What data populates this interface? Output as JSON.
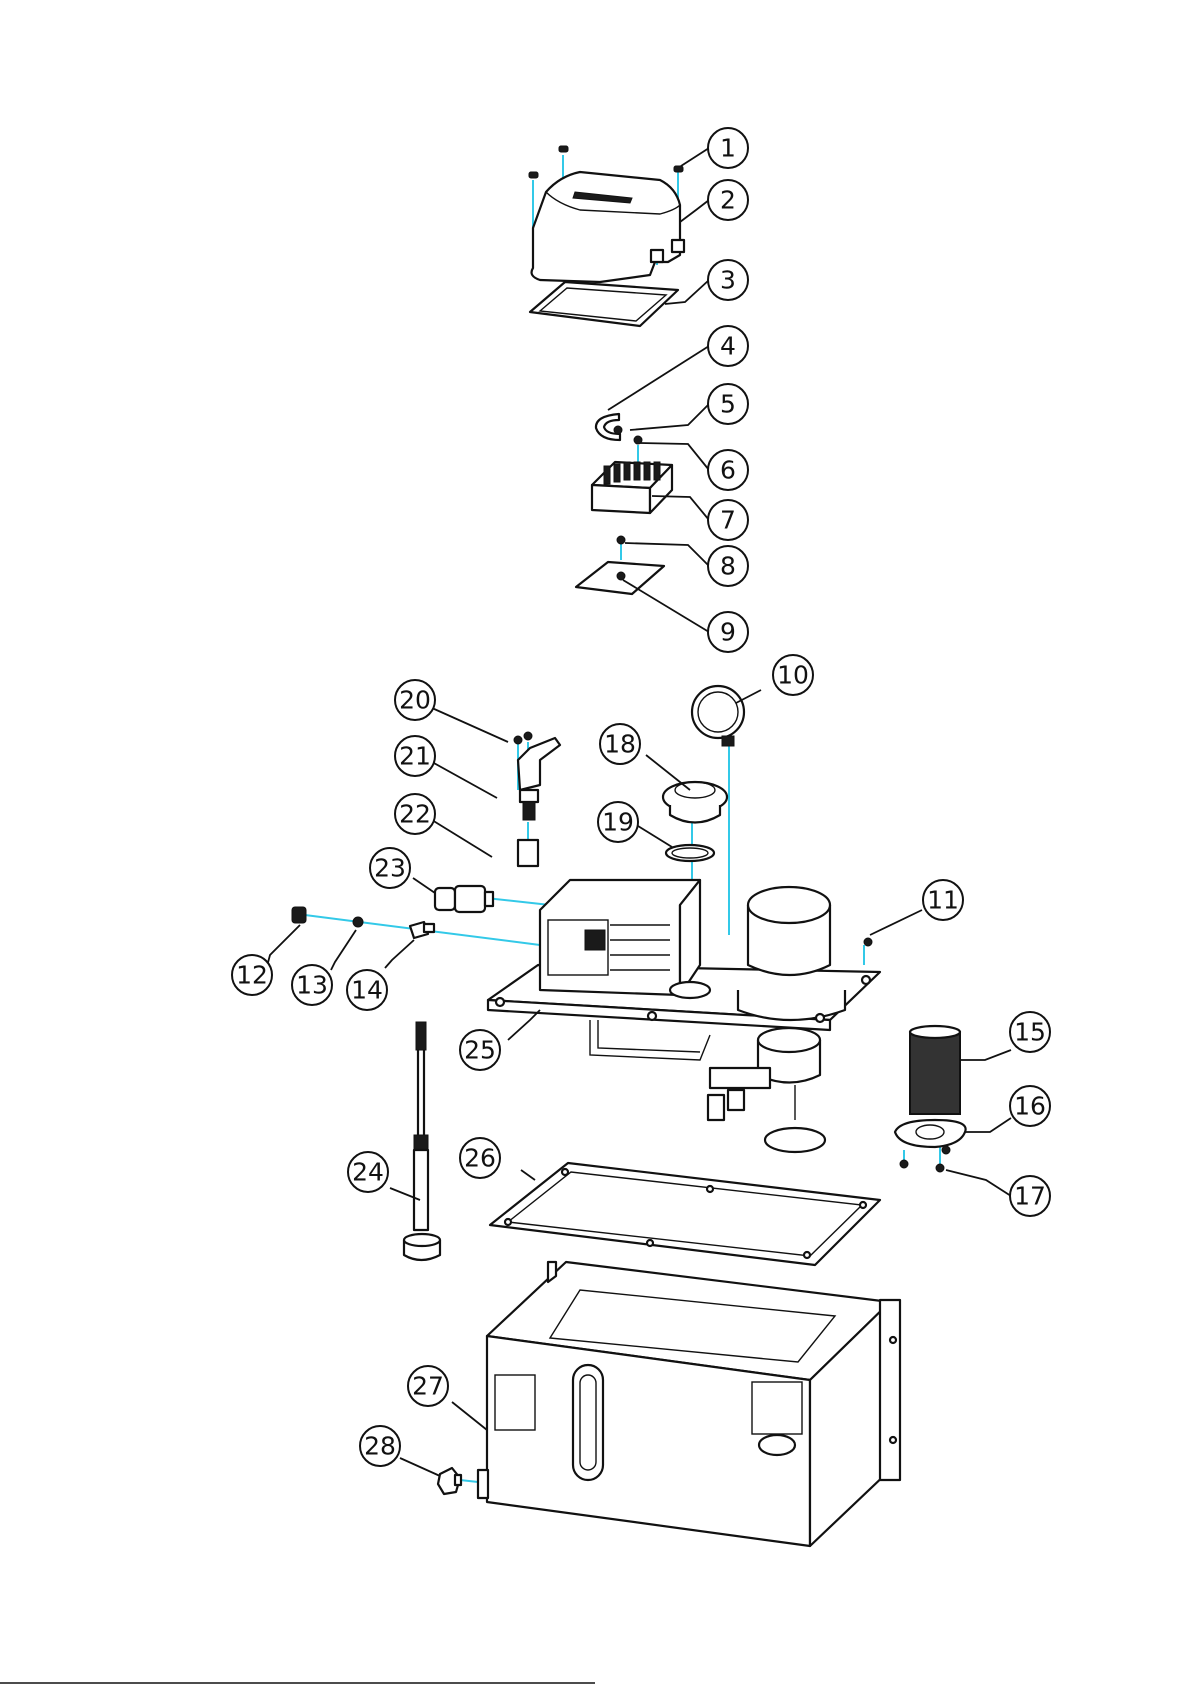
{
  "callouts": [
    {
      "label": "1"
    },
    {
      "label": "2"
    },
    {
      "label": "3"
    },
    {
      "label": "4"
    },
    {
      "label": "5"
    },
    {
      "label": "6"
    },
    {
      "label": "7"
    },
    {
      "label": "8"
    },
    {
      "label": "9"
    },
    {
      "label": "10"
    },
    {
      "label": "11"
    },
    {
      "label": "12"
    },
    {
      "label": "13"
    },
    {
      "label": "14"
    },
    {
      "label": "15"
    },
    {
      "label": "16"
    },
    {
      "label": "17"
    },
    {
      "label": "18"
    },
    {
      "label": "19"
    },
    {
      "label": "20"
    },
    {
      "label": "21"
    },
    {
      "label": "22"
    },
    {
      "label": "23"
    },
    {
      "label": "24"
    },
    {
      "label": "25"
    },
    {
      "label": "26"
    },
    {
      "label": "27"
    },
    {
      "label": "28"
    }
  ],
  "colors": {
    "line": "#111111",
    "assembly_line": "#33c9e8",
    "background": "#ffffff"
  }
}
